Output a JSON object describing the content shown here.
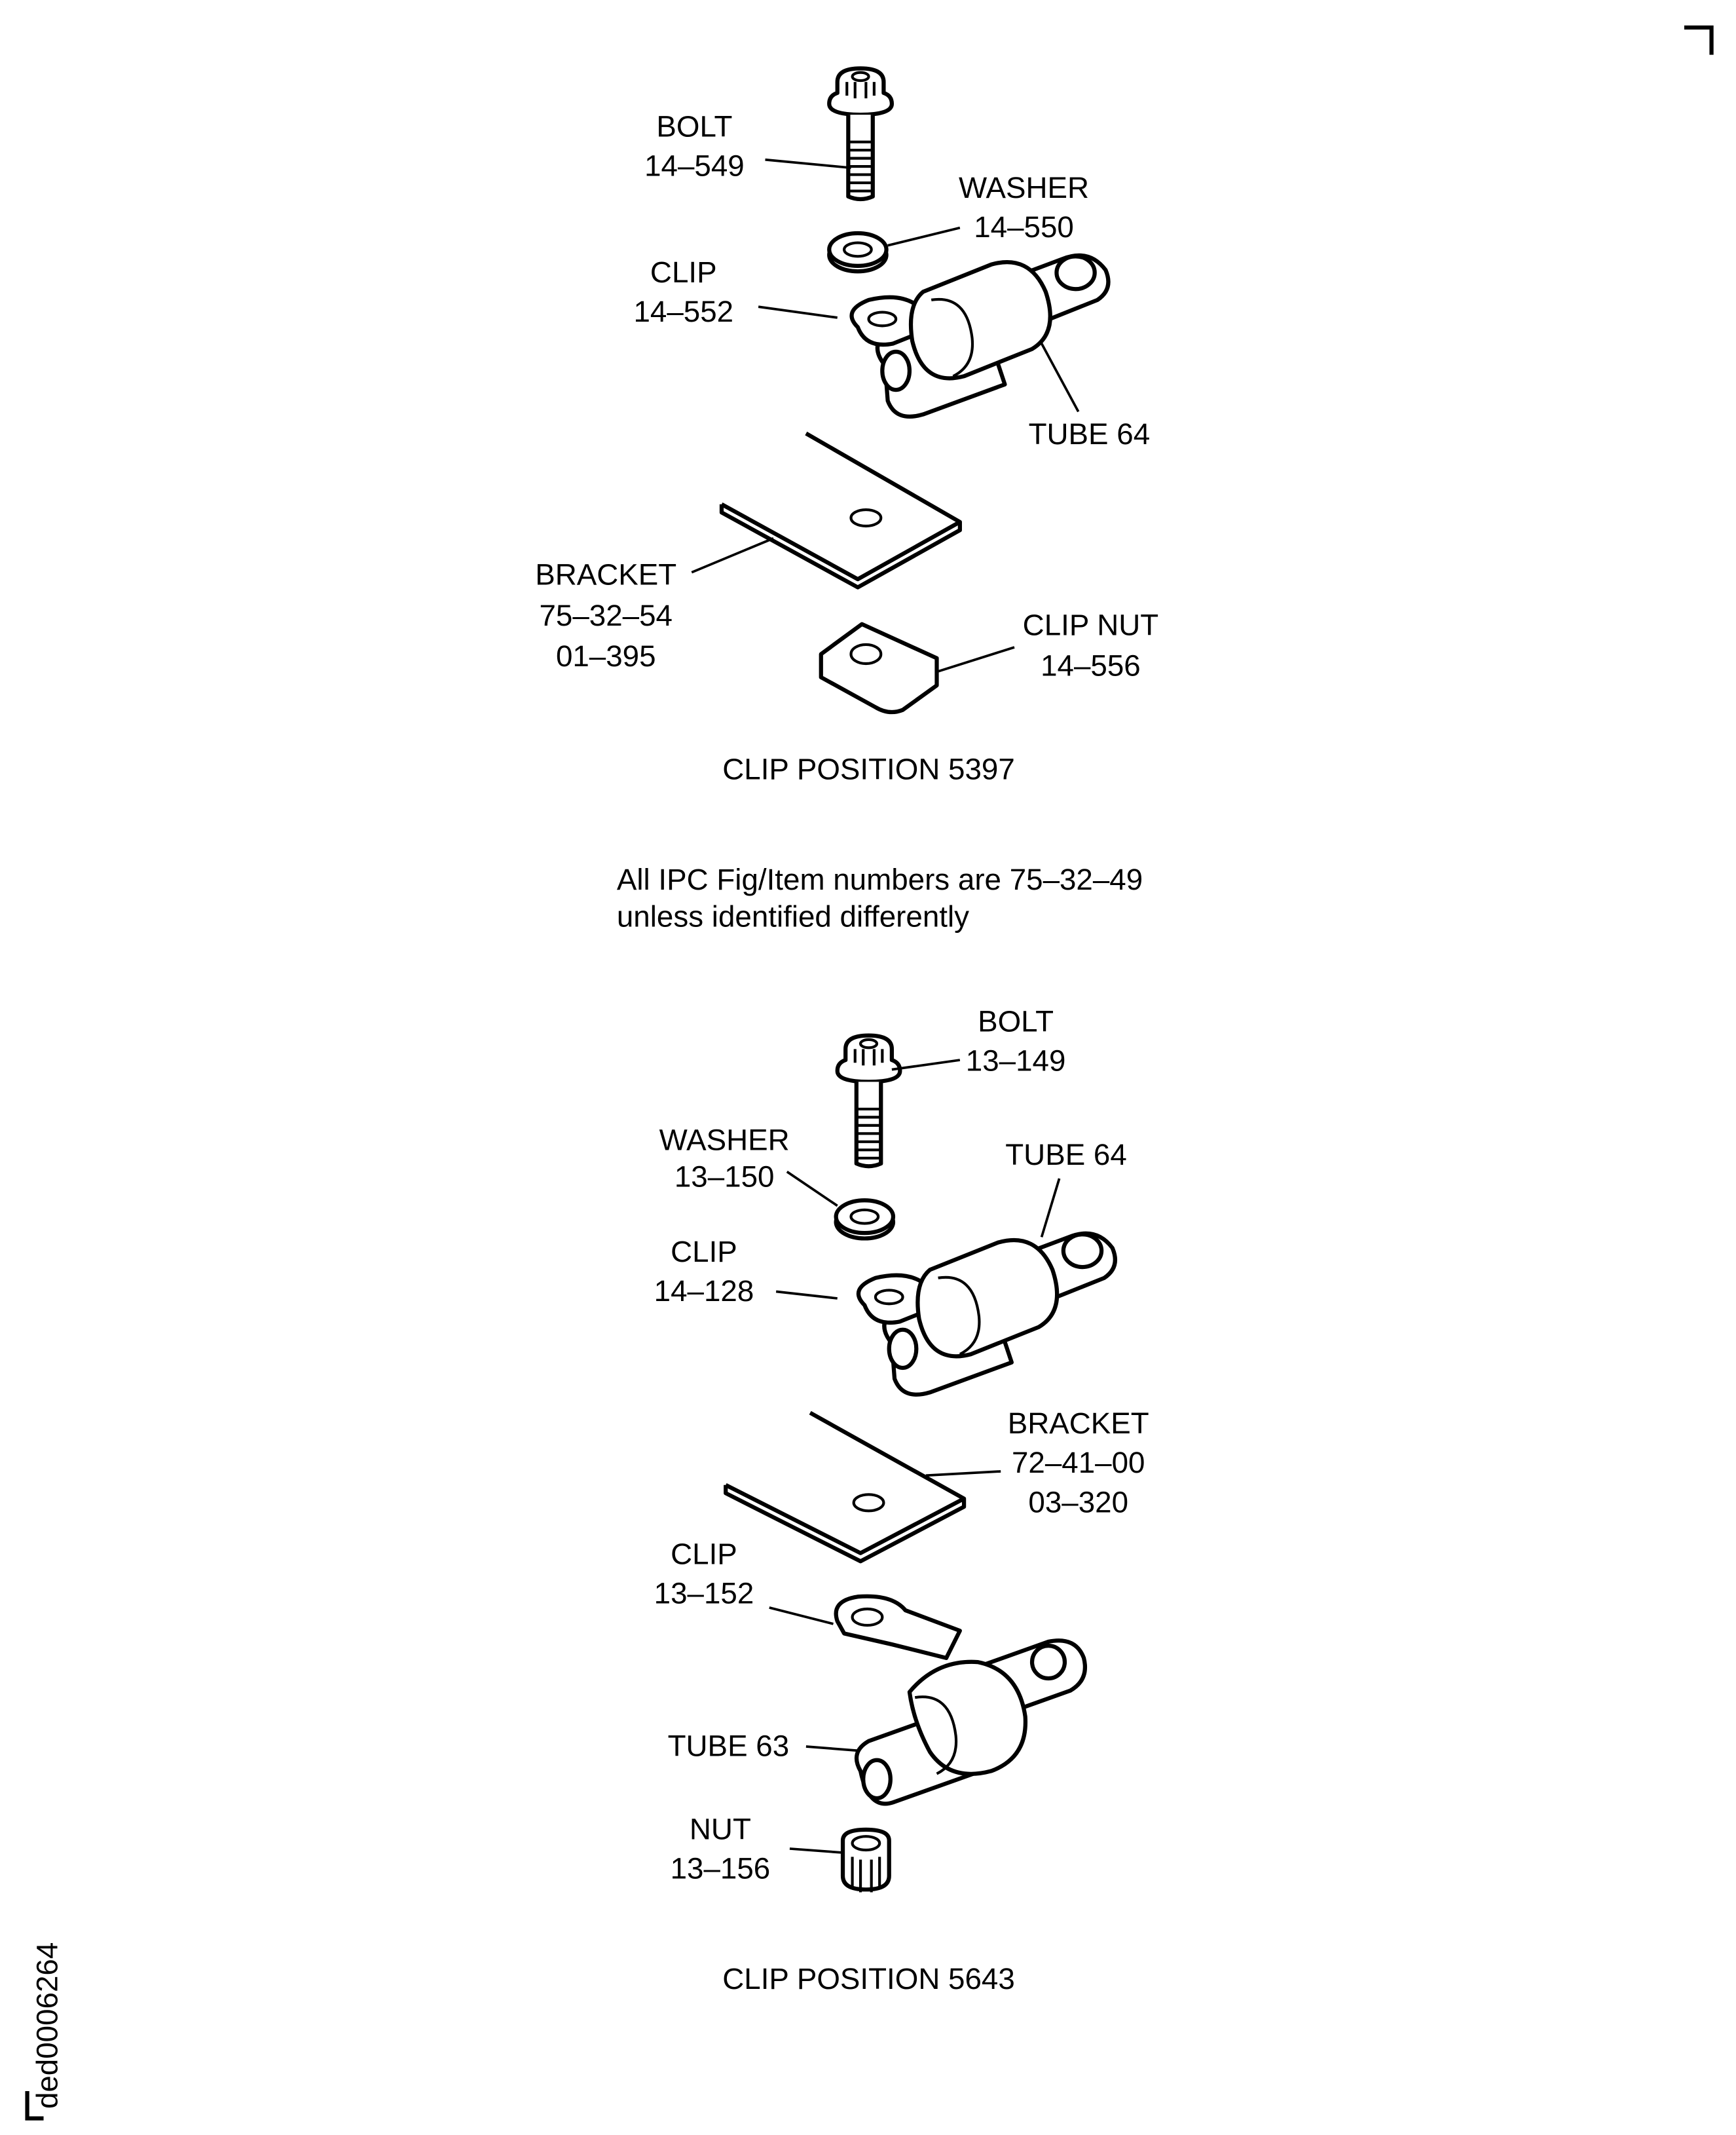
{
  "figure_id": "ded0006264",
  "note": {
    "line1": "All IPC Fig/Item numbers are 75–32–49",
    "line2": "unless identified differently"
  },
  "position_5397": {
    "caption": "CLIP POSITION 5397",
    "bolt": {
      "name": "BOLT",
      "ref": "14–549"
    },
    "washer": {
      "name": "WASHER",
      "ref": "14–550"
    },
    "clip": {
      "name": "CLIP",
      "ref": "14–552"
    },
    "tube": {
      "name": "TUBE 64"
    },
    "bracket": {
      "name": "BRACKET",
      "ref1": "75–32–54",
      "ref2": "01–395"
    },
    "clip_nut": {
      "name": "CLIP NUT",
      "ref": "14–556"
    }
  },
  "position_5643": {
    "caption": "CLIP POSITION 5643",
    "bolt": {
      "name": "BOLT",
      "ref": "13–149"
    },
    "washer": {
      "name": "WASHER",
      "ref": "13–150"
    },
    "tube_upper": {
      "name": "TUBE 64"
    },
    "clip_upper": {
      "name": "CLIP",
      "ref": "14–128"
    },
    "bracket": {
      "name": "BRACKET",
      "ref1": "72–41–00",
      "ref2": "03–320"
    },
    "clip_lower": {
      "name": "CLIP",
      "ref": "13–152"
    },
    "tube_lower": {
      "name": "TUBE 63"
    },
    "nut": {
      "name": "NUT",
      "ref": "13–156"
    }
  }
}
